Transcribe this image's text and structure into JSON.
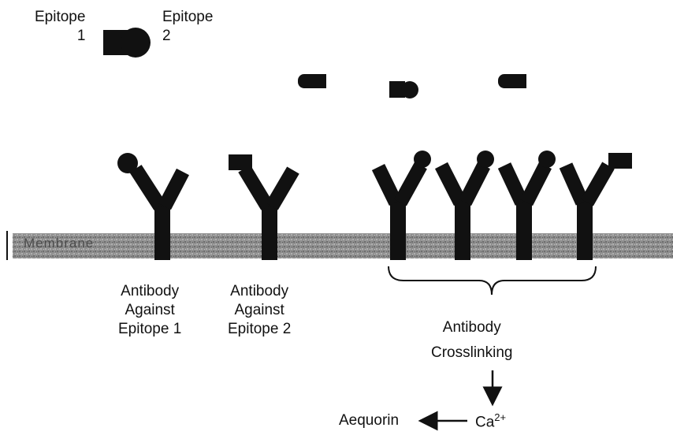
{
  "legend": {
    "epitope1_label": "Epitope",
    "epitope1_num": "1",
    "epitope2_label": "Epitope",
    "epitope2_num": "2"
  },
  "membrane": {
    "label": "Membrane"
  },
  "antibodies": [
    {
      "line1": "Antibody",
      "line2": "Against",
      "line3": "Epitope 1"
    },
    {
      "line1": "Antibody",
      "line2": "Against",
      "line3": "Epitope 2"
    }
  ],
  "crosslinking": {
    "line1": "Antibody",
    "line2": "Crosslinking"
  },
  "calcium": {
    "symbol": "Ca",
    "charge": "2+"
  },
  "aequorin": {
    "label": "Aequorin"
  },
  "colors": {
    "ink": "#111111",
    "membrane": "#9a9a9a"
  }
}
